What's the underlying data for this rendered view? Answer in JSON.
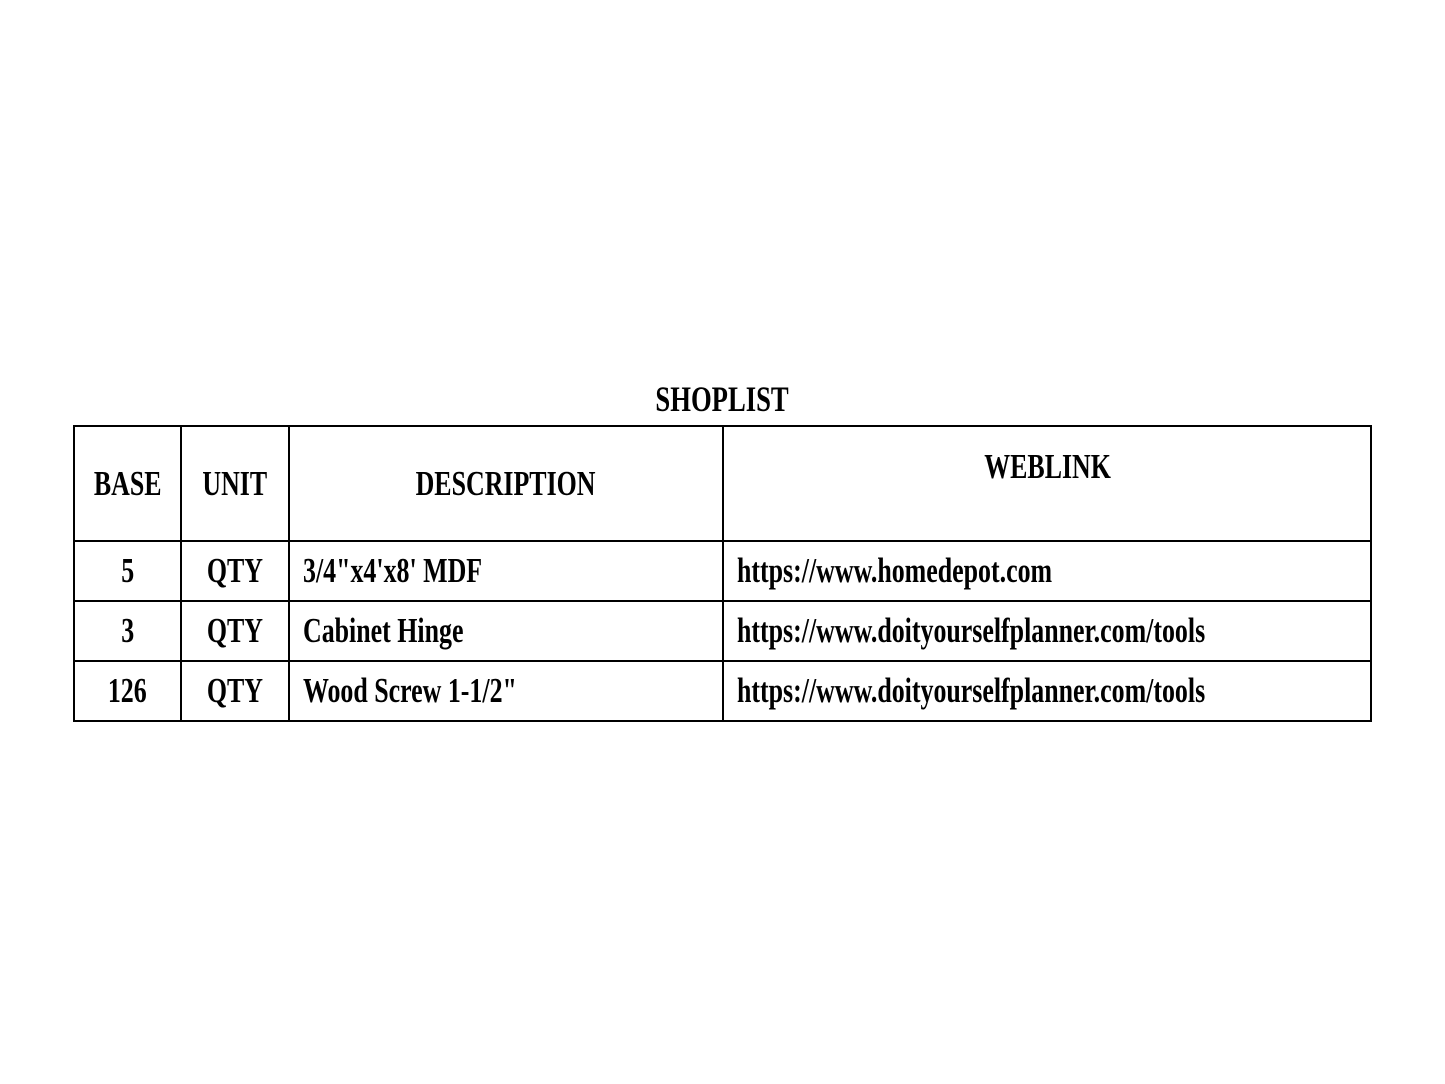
{
  "title": "SHOPLIST",
  "headers": [
    "BASE",
    "UNIT",
    "DESCRIPTION",
    "WEBLINK"
  ],
  "rows": [
    {
      "base": "5",
      "unit": "QTY",
      "description": "3/4\"x4'x8' MDF",
      "weblink": "https://www.homedepot.com"
    },
    {
      "base": "3",
      "unit": "QTY",
      "description": "Cabinet Hinge",
      "weblink": "https://www.doityourselfplanner.com/tools"
    },
    {
      "base": "126",
      "unit": "QTY",
      "description": "Wood Screw 1-1/2\"",
      "weblink": "https://www.doityourselfplanner.com/tools"
    }
  ]
}
